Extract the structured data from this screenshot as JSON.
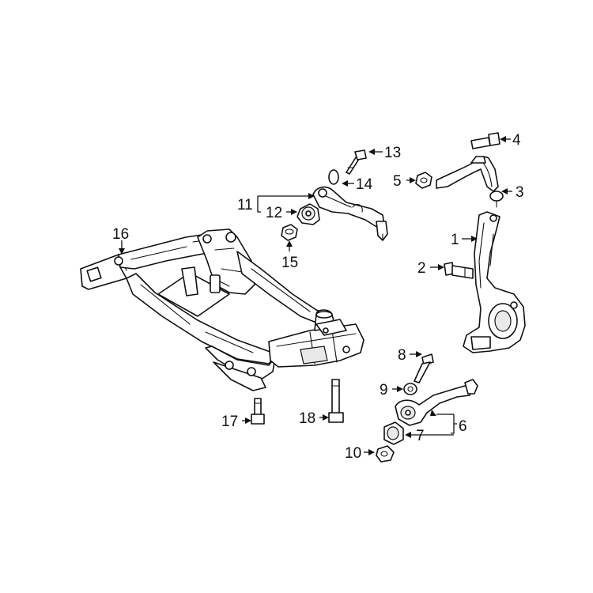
{
  "callouts": [
    {
      "number": "1",
      "part": "steering-knuckle"
    },
    {
      "number": "2",
      "part": "knuckle-bolt"
    },
    {
      "number": "3",
      "part": "upper-control-arm"
    },
    {
      "number": "4",
      "part": "upper-arm-bolt"
    },
    {
      "number": "5",
      "part": "upper-arm-nut"
    },
    {
      "number": "6",
      "part": "lower-control-arm-assembly"
    },
    {
      "number": "7",
      "part": "lower-arm-bushing"
    },
    {
      "number": "8",
      "part": "lower-arm-bolt"
    },
    {
      "number": "9",
      "part": "lower-arm-washer"
    },
    {
      "number": "10",
      "part": "lower-arm-nut"
    },
    {
      "number": "11",
      "part": "tension-strut-assembly"
    },
    {
      "number": "12",
      "part": "strut-bushing"
    },
    {
      "number": "13",
      "part": "strut-bolt"
    },
    {
      "number": "14",
      "part": "strut-washer"
    },
    {
      "number": "15",
      "part": "strut-nut"
    },
    {
      "number": "16",
      "part": "engine-cradle"
    },
    {
      "number": "17",
      "part": "cradle-front-bolt"
    },
    {
      "number": "18",
      "part": "cradle-rear-bolt"
    }
  ]
}
